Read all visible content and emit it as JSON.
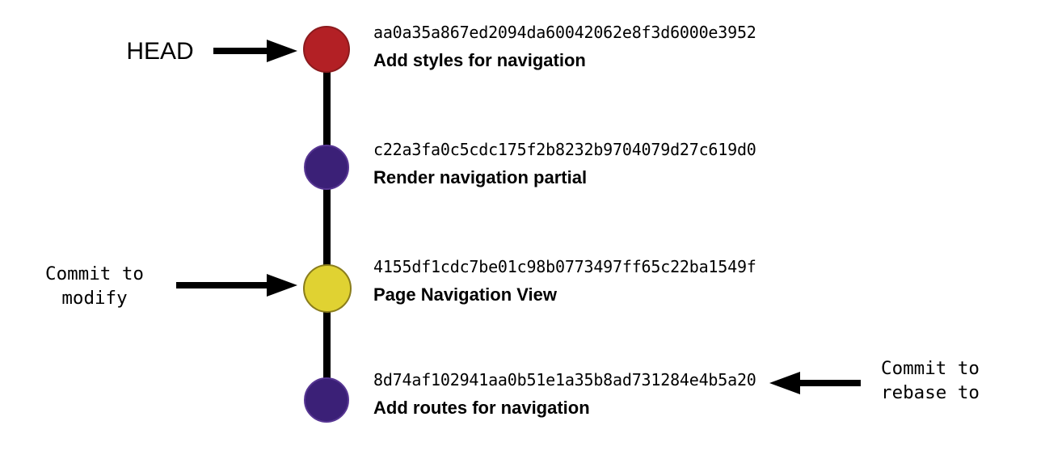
{
  "annotations": {
    "head": {
      "label": "HEAD"
    },
    "commit_to_modify": {
      "line1": "Commit to",
      "line2": "modify"
    },
    "commit_to_rebase": {
      "line1": "Commit to",
      "line2": "rebase to"
    }
  },
  "commits": [
    {
      "hash": "aa0a35a867ed2094da60042062e8f3d6000e3952",
      "message": "Add styles for navigation",
      "node_fill": "#b32025",
      "node_border": "#8c1b1e"
    },
    {
      "hash": "c22a3fa0c5cdc175f2b8232b9704079d27c619d0",
      "message": "Render navigation partial",
      "node_fill": "#3b2077",
      "node_border": "#573693"
    },
    {
      "hash": "4155df1cdc7be01c98b0773497ff65c22ba1549f",
      "message": "Page Navigation View",
      "node_fill": "#e0d232",
      "node_border": "#8a7d1c"
    },
    {
      "hash": "8d74af102941aa0b51e1a35b8ad731284e4b5a20",
      "message": "Add routes for navigation",
      "node_fill": "#3b2077",
      "node_border": "#573693"
    }
  ],
  "colors": {
    "background": "#ffffff",
    "line": "#000000",
    "arrow": "#000000",
    "text": "#000000"
  }
}
